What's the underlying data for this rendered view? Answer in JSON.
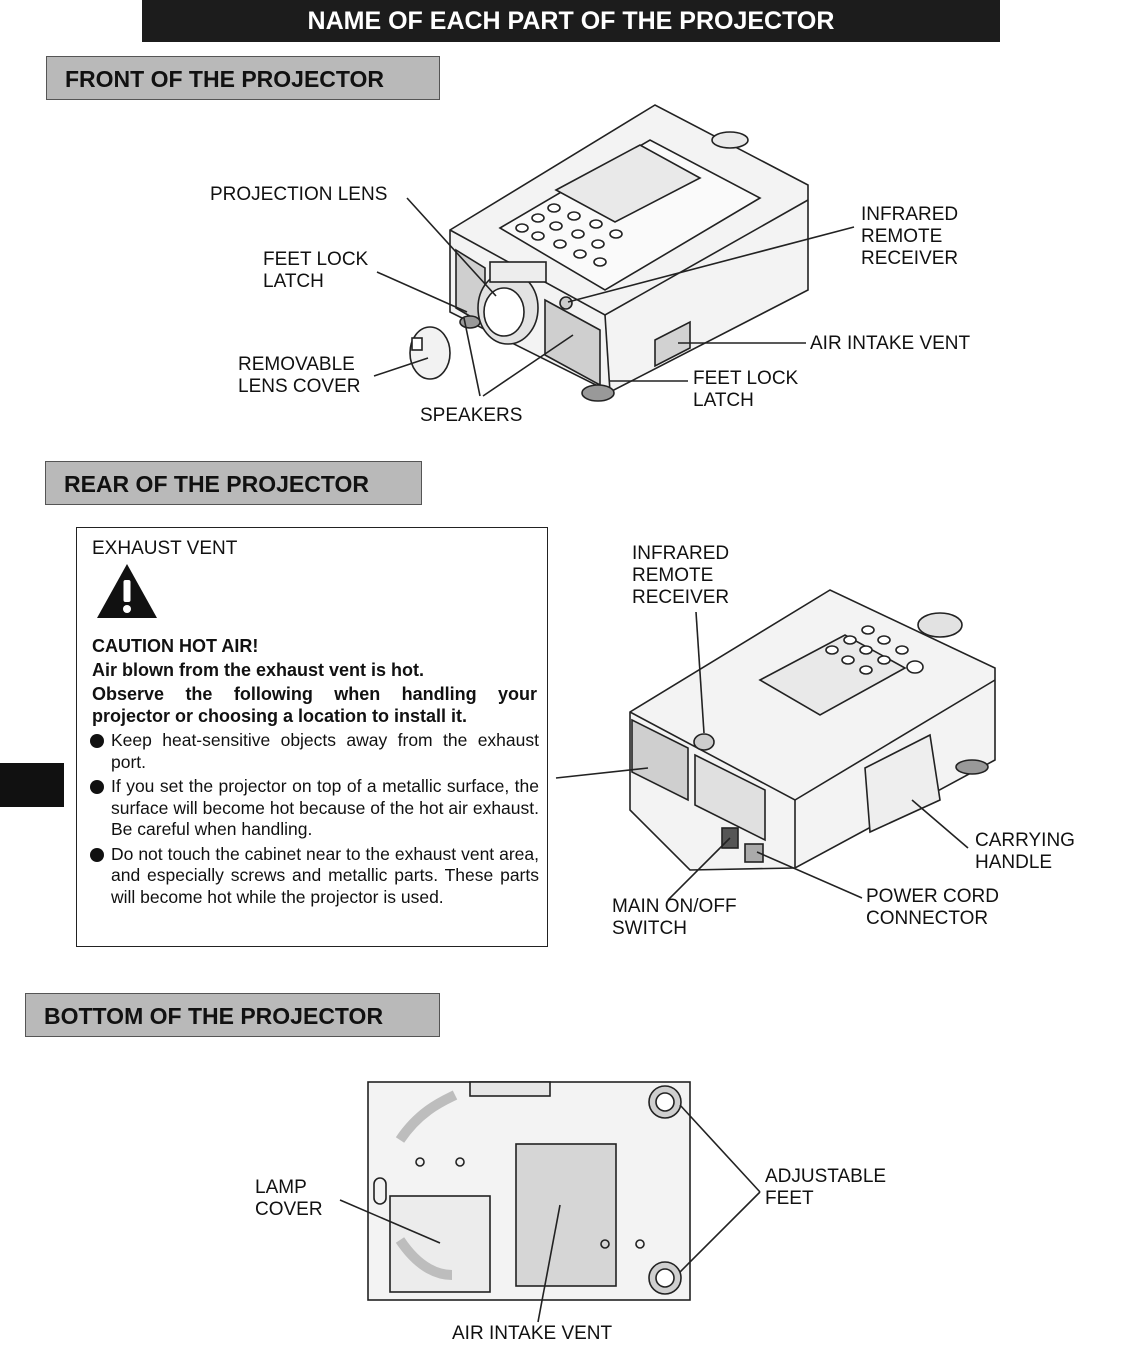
{
  "page_title": "NAME OF EACH PART OF THE PROJECTOR",
  "sections": {
    "front": "FRONT OF THE PROJECTOR",
    "rear": "REAR OF THE PROJECTOR",
    "bottom": "BOTTOM OF THE PROJECTOR"
  },
  "front_labels": {
    "projection_lens": "PROJECTION LENS",
    "feet_lock_latch_left": "FEET LOCK\nLATCH",
    "removable_lens_cover": "REMOVABLE\nLENS COVER",
    "speakers": "SPEAKERS",
    "infrared_remote_receiver": "INFRARED\nREMOTE\nRECEIVER",
    "air_intake_vent": "AIR INTAKE VENT",
    "feet_lock_latch_right": "FEET LOCK\nLATCH"
  },
  "caution": {
    "title": "EXHAUST VENT",
    "heading": "CAUTION HOT AIR!",
    "line1": "Air blown from the exhaust vent is hot.",
    "line2": "Observe the following when handling your projector or choosing a location to install it.",
    "bullets": [
      "Keep heat-sensitive objects away from the exhaust port.",
      "If you set the projector on top of a metallic surface, the surface will become hot because of the hot air exhaust. Be careful when handling.",
      "Do not touch the cabinet near to the exhaust vent area, and especially screws and metallic parts. These parts will become hot while the projector is used."
    ]
  },
  "rear_labels": {
    "infrared_remote_receiver": "INFRARED\nREMOTE\nRECEIVER",
    "carrying_handle": "CARRYING\nHANDLE",
    "power_cord_connector": "POWER CORD\nCONNECTOR",
    "main_switch": "MAIN ON/OFF\nSWITCH"
  },
  "bottom_labels": {
    "lamp_cover": "LAMP\nCOVER",
    "adjustable_feet": "ADJUSTABLE\nFEET",
    "air_intake_vent": "AIR INTAKE VENT"
  }
}
